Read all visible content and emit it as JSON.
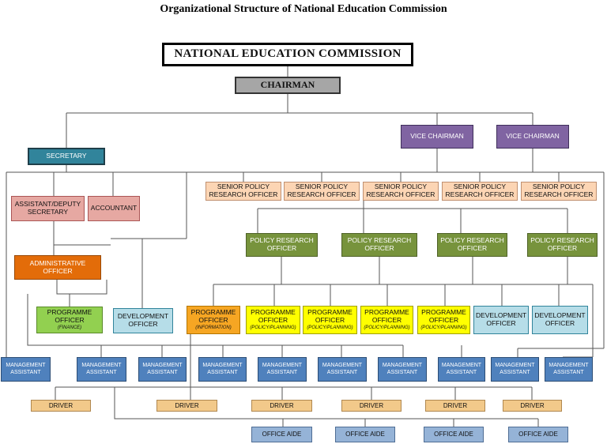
{
  "title": "Organizational Structure of National Education Commission",
  "commission": "NATIONAL EDUCATION COMMISSION",
  "chairman": "CHAIRMAN",
  "vice_chairman": [
    "VICE CHAIRMAN",
    "VICE CHAIRMAN"
  ],
  "secretary": "SECRETARY",
  "assistant_deputy_secretary": "ASSISTANT/DEPUTY SECRETARY",
  "accountant": "ACCOUNTANT",
  "administrative_officer": "ADMINISTRATIVE OFFICER",
  "senior_policy_research_officers": [
    "SENIOR POLICY RESEARCH OFFICER",
    "SENIOR POLICY RESEARCH OFFICER",
    "SENIOR POLICY RESEARCH OFFICER",
    "SENIOR POLICY RESEARCH OFFICER",
    "SENIOR POLICY RESEARCH OFFICER"
  ],
  "policy_research_officers": [
    "POLICY RESEARCH OFFICER",
    "POLICY RESEARCH OFFICER",
    "POLICY RESEARCH OFFICER",
    "POLICY RESEARCH OFFICER"
  ],
  "programme_officer_finance": {
    "label": "PROGRAMME OFFICER",
    "note": "(FINANCE)"
  },
  "development_officer_left": "DEVELOPMENT OFFICER",
  "programme_officer_information": {
    "label": "PROGRAMME OFFICER",
    "note": "(INFORMATION)"
  },
  "programme_officers_policy": [
    {
      "label": "PROGRAMME OFFICER",
      "note": "(POLICY/PLANNING)"
    },
    {
      "label": "PROGRAMME OFFICER",
      "note": "(POLICY/PLANNING)"
    },
    {
      "label": "PROGRAMME OFFICER",
      "note": "(POLICY/PLANNING)"
    },
    {
      "label": "PROGRAMME OFFICER",
      "note": "(POLICY/PLANNING)"
    }
  ],
  "development_officers_right": [
    "DEVELOPMENT OFFICER",
    "DEVELOPMENT OFFICER"
  ],
  "management_assistants": [
    "MANAGEMENT ASSISTANT",
    "MANAGEMENT ASSISTANT",
    "MANAGEMENT ASSISTANT",
    "MANAGEMENT ASSISTANT",
    "MANAGEMENT ASSISTANT",
    "MANAGEMENT ASSISTANT",
    "MANAGEMENT ASSISTANT",
    "MANAGEMENT ASSISTANT",
    "MANAGEMENT ASSISTANT",
    "MANAGEMENT ASSISTANT"
  ],
  "drivers": [
    "DRIVER",
    "DRIVER",
    "DRIVER",
    "DRIVER",
    "DRIVER",
    "DRIVER"
  ],
  "office_aides": [
    "OFFICE AIDE",
    "OFFICE AIDE",
    "OFFICE AIDE",
    "OFFICE AIDE"
  ],
  "colors": {
    "chairman": "#a6a6a6",
    "vice_chairman": "#8064a2",
    "secretary": "#31849b",
    "assistant_secretary": "#e6a8a2",
    "senior_policy": "#fcd5b4",
    "policy_research": "#77933c",
    "administrative": "#e36c09",
    "programme_finance": "#92d050",
    "development": "#b6dde8",
    "programme_information": "#f6a623",
    "programme_policy": "#ffff00",
    "management_assistant": "#4f81bd",
    "driver": "#f2c98a",
    "office_aide": "#95b3d7"
  }
}
